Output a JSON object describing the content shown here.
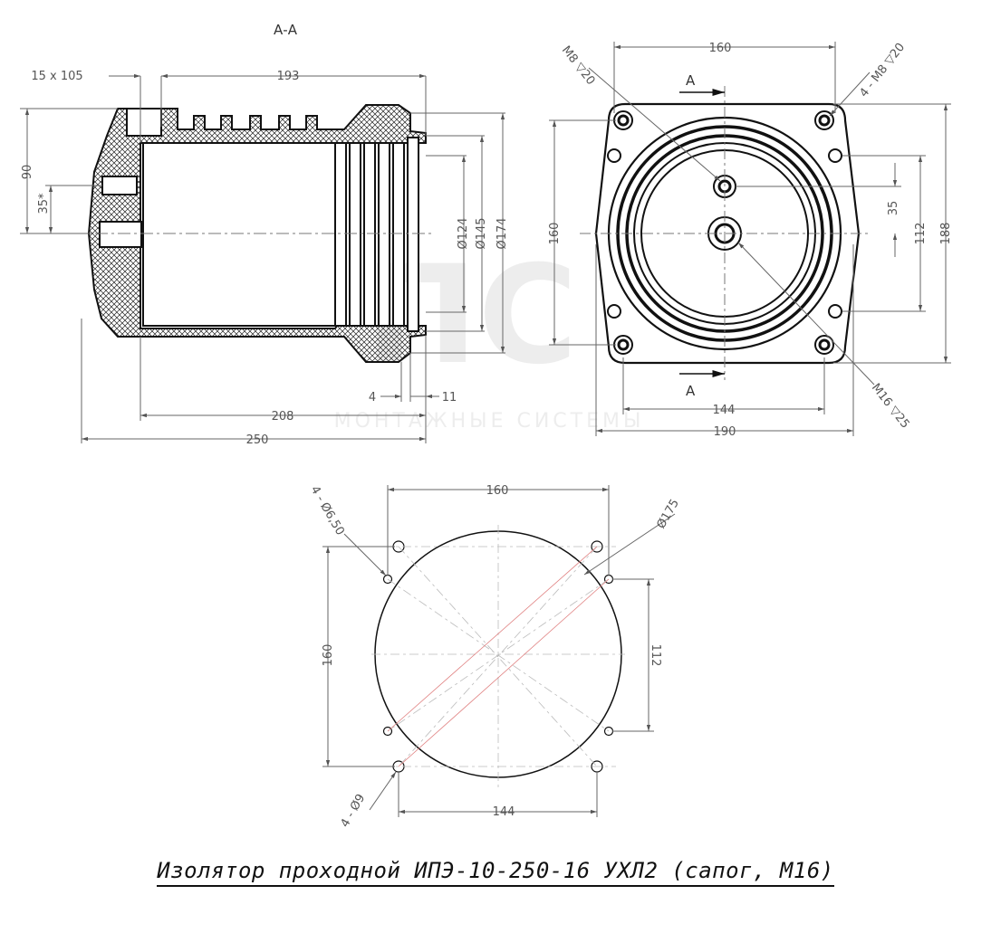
{
  "title": "Изолятор проходной ИПЭ-10-250-16 УХЛ2 (сапог, М16)",
  "section_label": "А-А",
  "watermark": {
    "logo": "ПС",
    "text": "МОНТАЖНЫЕ СИСТЕМЫ"
  },
  "side_view": {
    "dims": {
      "d15x105": "15 х 105",
      "d193": "193",
      "d90": "90",
      "d35": "35*",
      "d124": "Ø124",
      "d145": "Ø145",
      "d174": "Ø174",
      "d4": "4",
      "d11": "11",
      "d208": "208",
      "d250": "250"
    }
  },
  "front_view": {
    "section_mark": "А",
    "dims": {
      "d160top": "160",
      "m8": "М8 ▽20",
      "m8x4": "4 - М8 ▽20",
      "d160left": "160",
      "d35": "35",
      "d112": "112",
      "d188": "188",
      "d144": "144",
      "d190": "190",
      "m16": "М16 ▽25"
    }
  },
  "bottom_view": {
    "dims": {
      "d160top": "160",
      "holes650": "4 - Ø6,50",
      "d175": "Ø175",
      "d160left": "160",
      "d112": "112",
      "holes9": "4 - Ø9",
      "d144": "144"
    }
  }
}
